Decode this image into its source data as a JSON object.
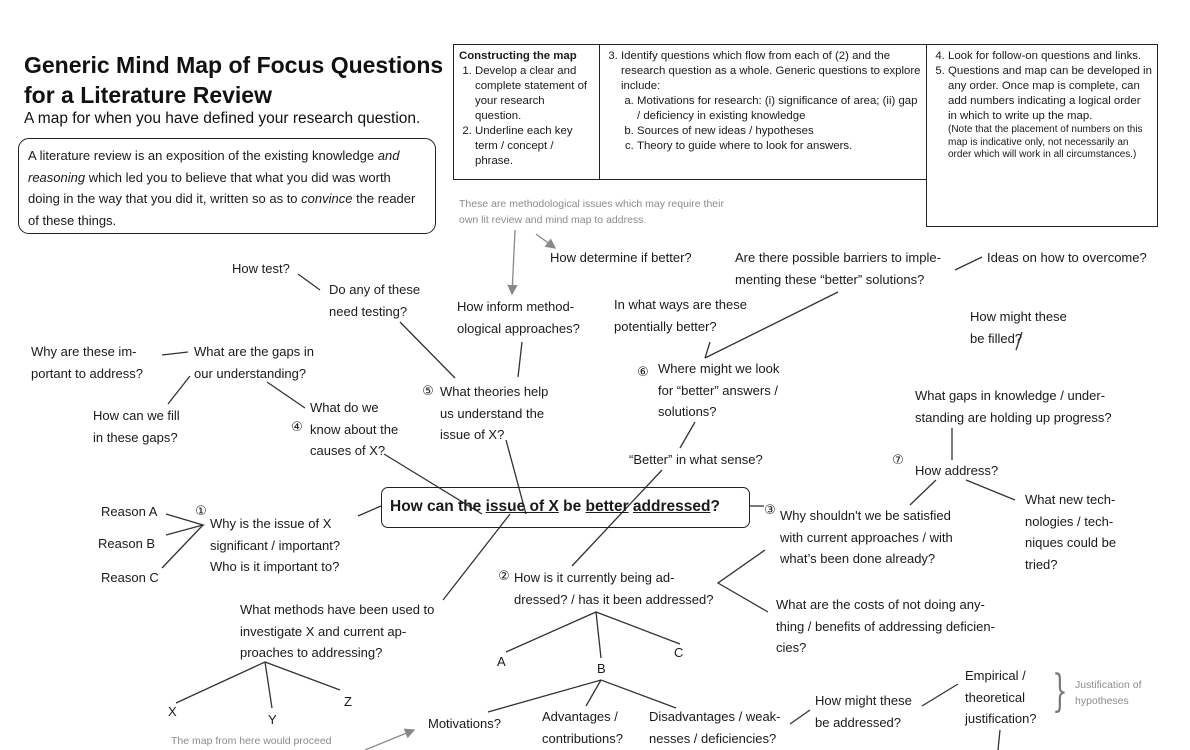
{
  "header": {
    "title": "Generic Mind Map of Focus Questions\nfor a Literature Review",
    "subtitle": "A map for when you have defined your research question.",
    "definition": {
      "p1": "A literature review is an exposition of the existing knowledge ",
      "em1": "and reasoning",
      "p2": " which led you to believe that what you did was worth doing in the way that you did it, written so as to ",
      "em2": "convince",
      "p3": " the reader of these things."
    }
  },
  "instructions": {
    "box1": {
      "heading": "Constructing the map",
      "items": [
        "Develop a clear and complete statement of your research question.",
        "Underline each key term / concept / phrase."
      ]
    },
    "box2": {
      "lead": "Identify questions which flow from each of (2) and the research question as a whole. Generic questions to explore include:",
      "subitems": [
        "Motivations for research: (i) significance of area; (ii) gap / deficiency in existing knowledge",
        "Sources of new ideas / hypotheses",
        "Theory to guide where to look for answers."
      ]
    },
    "box3": {
      "items": [
        "Look for follow-on questions and links.",
        "Questions and map can be developed in any order. Once map is complete, can add numbers indicating a logical order in which to write up the map."
      ],
      "note": "(Note that the placement of numbers on this map is indicative only, not necessarily an order which will work in all circumstances.)"
    }
  },
  "central": {
    "parts": [
      "How can the ",
      "issue of X",
      " be ",
      "better",
      " ",
      "addressed",
      "?"
    ]
  },
  "numbers": [
    "①",
    "②",
    "③",
    "④",
    "⑤",
    "⑥",
    "⑦"
  ],
  "nodes": {
    "methodological_note": "These are methodological issues which may require their\nown lit review and mind map to address.",
    "how_test": "How test?",
    "need_testing": "Do any of these\nneed testing?",
    "how_inform": "How inform method-\nological approaches?",
    "how_determine": "How determine if better?",
    "in_what_ways": "In what ways are these\npotentially better?",
    "barriers": "Are there possible barriers to imple-\nmenting these “better” solutions?",
    "ideas_overcome": "Ideas on how to overcome?",
    "how_filled": "How might these\nbe filled?",
    "why_important": "Why are these im-\nportant to address?",
    "gaps": "What are the gaps in\nour understanding?",
    "fill_gaps": "How can we fill\nin these gaps?",
    "know_causes": "What do we\nknow about the\ncauses of X?",
    "theories": "What theories help\nus understand the\nissue of X?",
    "where_look": "Where might we look\nfor “better” answers /\nsolutions?",
    "what_gaps": "What gaps in knowledge / under-\nstanding are holding up progress?",
    "how_address": "How address?",
    "better_sense": "“Better” in what sense?",
    "reason_a": "Reason A",
    "reason_b": "Reason B",
    "reason_c": "Reason C",
    "why_significant": "Why is the issue of X\nsignificant / important?\nWho is it important to?",
    "why_not_satisfied": "Why shouldn't we be satisfied\nwith current approaches / with\nwhat’s been done already?",
    "new_tech": "What new tech-\nnologies / tech-\nniques could be\ntried?",
    "currently": "How is it currently being ad-\ndressed? / has it been addressed?",
    "costs": "What are the costs of not doing any-\nthing / benefits of addressing deficien-\ncies?",
    "methods": "What methods have been used to\ninvestigate X and current ap-\nproaches to addressing?",
    "a": "A",
    "b": "B",
    "c": "C",
    "x": "X",
    "y": "Y",
    "z": "Z",
    "motivations": "Motivations?",
    "advantages": "Advantages /\ncontributions?",
    "disadvantages": "Disadvantages / weak-\nnesses / deficiencies?",
    "how_addressed": "How might these\nbe addressed?",
    "empirical": "Empirical /\ntheoretical\njustification?",
    "justification": "Justification of\nhypotheses",
    "proceed": "The map from here would proceed"
  }
}
